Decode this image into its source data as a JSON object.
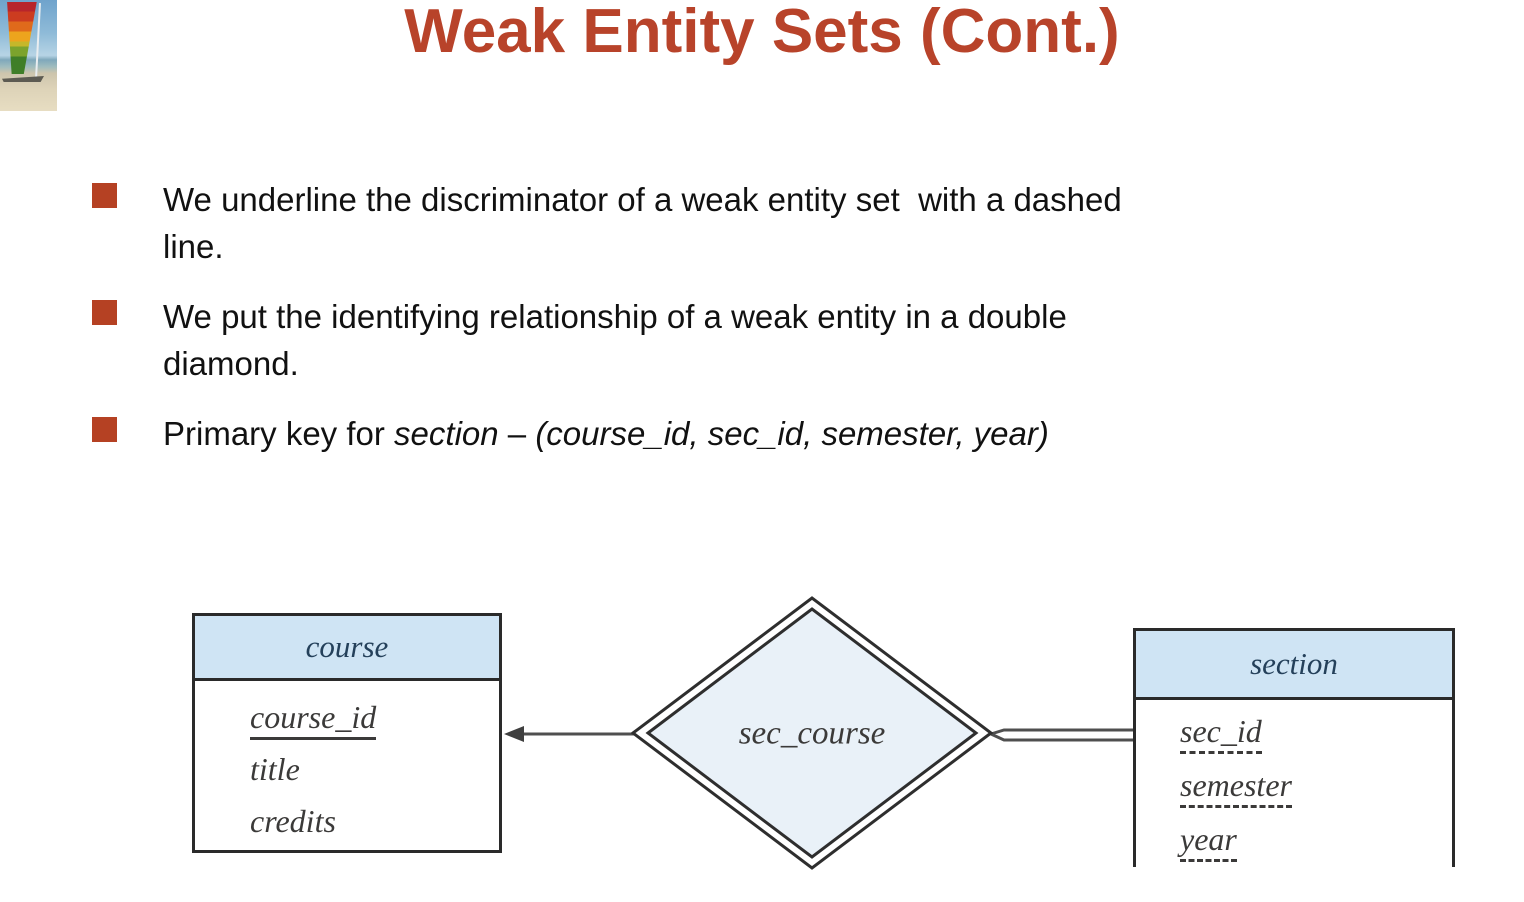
{
  "slide": {
    "title": "Weak Entity Sets (Cont.)",
    "logo": "sailboat-beach-textbook-cover",
    "bullets": [
      {
        "lines": [
          "We underline the discriminator of a weak entity set  with a dashed",
          "line."
        ]
      },
      {
        "lines": [
          "We put the identifying relationship of a weak entity in a double",
          "diamond."
        ]
      },
      {
        "segments": [
          {
            "text": "Primary key for ",
            "italic": false
          },
          {
            "text": "section",
            "italic": true
          },
          {
            "text": " – ",
            "italic": false
          },
          {
            "text": "(course_id, sec_id, semester, year)",
            "italic": true
          }
        ]
      }
    ]
  },
  "diagram": {
    "entities": [
      {
        "name": "course",
        "attributes": [
          {
            "name": "course_id",
            "underline": "solid"
          },
          {
            "name": "title",
            "underline": "none"
          },
          {
            "name": "credits",
            "underline": "none"
          }
        ]
      },
      {
        "name": "section",
        "attributes": [
          {
            "name": "sec_id",
            "underline": "dashed"
          },
          {
            "name": "semester",
            "underline": "dashed"
          },
          {
            "name": "year",
            "underline": "dashed"
          }
        ]
      }
    ],
    "relationship": {
      "name": "sec_course",
      "shape": "double-diamond"
    },
    "connections": [
      {
        "from": "sec_course",
        "to": "course",
        "style": "arrow"
      },
      {
        "from": "sec_course",
        "to": "section",
        "style": "double-line"
      }
    ]
  },
  "colors": {
    "title": "#b8432a",
    "bullet_marker": "#b54123",
    "body_text": "#111111",
    "entity_header_fill": "#cfe4f4",
    "diamond_fill": "#e9f1f8",
    "box_border": "#2a2a2a",
    "diagram_text": "#3b3a39",
    "entity_name_text": "#24405a",
    "connector_line": "#4f4f4f"
  }
}
